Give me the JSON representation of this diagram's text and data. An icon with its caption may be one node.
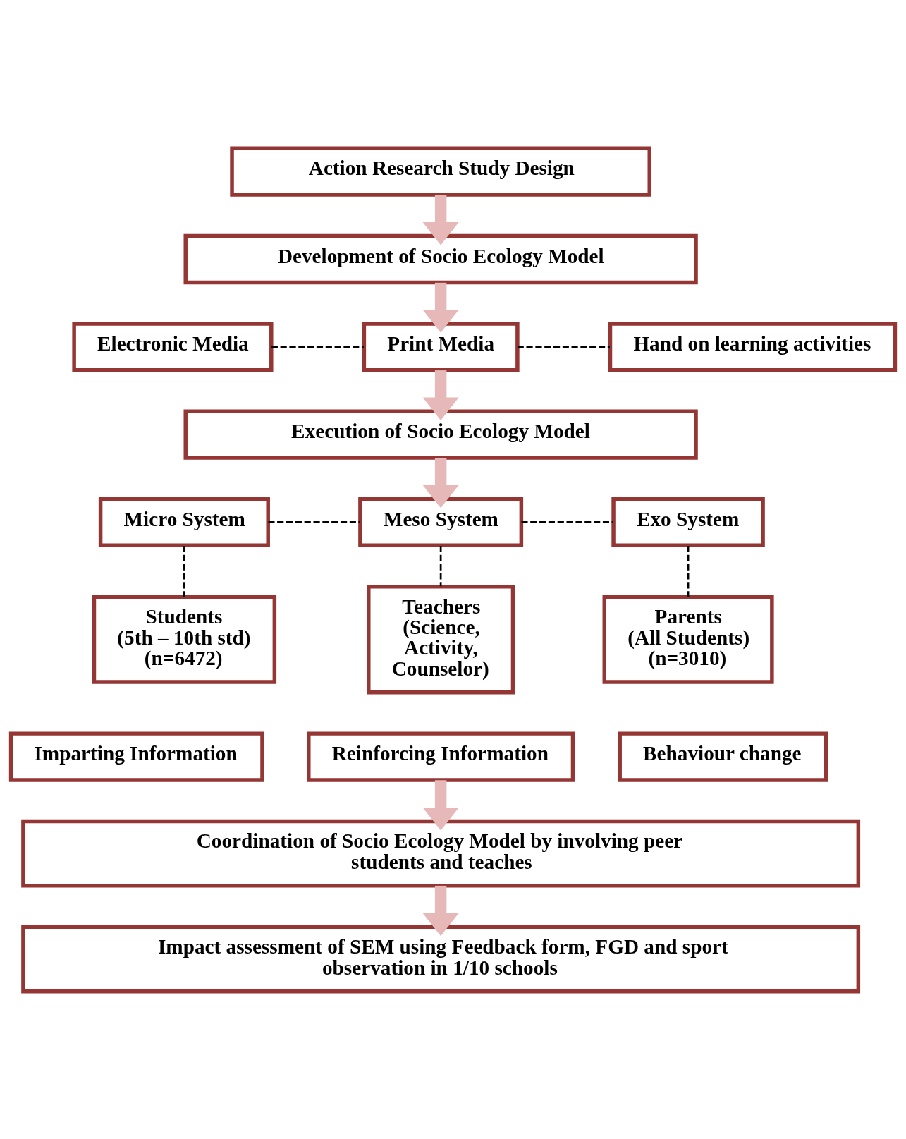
{
  "diagram": {
    "nodes": [
      {
        "text": [
          "Action Research Study Design"
        ]
      },
      {
        "text": [
          "Development of Socio Ecology Model"
        ]
      },
      {
        "text": [
          "Electronic Media"
        ]
      },
      {
        "text": [
          "Print Media"
        ]
      },
      {
        "text": [
          "Hand on learning activities"
        ]
      },
      {
        "text": [
          "Execution of Socio Ecology Model"
        ]
      },
      {
        "text": [
          "Micro System"
        ]
      },
      {
        "text": [
          "Meso System"
        ]
      },
      {
        "text": [
          "Exo System"
        ]
      },
      {
        "text": [
          "Students",
          "(5th – 10th std)",
          "(n=6472)"
        ]
      },
      {
        "text": [
          "Teachers",
          "(Science,",
          "Activity,",
          "Counselor)"
        ]
      },
      {
        "text": [
          "Parents",
          "(All Students)",
          "(n=3010)"
        ]
      },
      {
        "text": [
          "Imparting Information"
        ]
      },
      {
        "text": [
          "Reinforcing Information"
        ]
      },
      {
        "text": [
          "Behaviour change"
        ]
      },
      {
        "text": [
          "Coordination of Socio Ecology Model by involving peer students and teaches"
        ]
      },
      {
        "text": [
          "Impact assessment of SEM using Feedback form, FGD and sport observation in 1/10 schools"
        ]
      }
    ],
    "edges": [
      {
        "from": 0,
        "to": 1,
        "arrow": "to",
        "style": "thick",
        "color": "#e6b8b7"
      },
      {
        "from": 1,
        "to": 3,
        "arrow": "to",
        "style": "thick",
        "color": "#e6b8b7"
      },
      {
        "from": 2,
        "to": 3,
        "arrow": "none",
        "style": "dashed"
      },
      {
        "from": 3,
        "to": 4,
        "arrow": "none",
        "style": "dashed"
      },
      {
        "from": 3,
        "to": 5,
        "arrow": "to",
        "style": "thick",
        "color": "#e6b8b7"
      },
      {
        "from": 5,
        "to": 7,
        "arrow": "to",
        "style": "thick",
        "color": "#e6b8b7"
      },
      {
        "from": 6,
        "to": 7,
        "arrow": "none",
        "style": "dashed"
      },
      {
        "from": 7,
        "to": 8,
        "arrow": "none",
        "style": "dashed"
      },
      {
        "from": 6,
        "to": 9,
        "arrow": "none",
        "style": "dashed"
      },
      {
        "from": 7,
        "to": 10,
        "arrow": "none",
        "style": "dashed"
      },
      {
        "from": 8,
        "to": 11,
        "arrow": "none",
        "style": "dashed"
      },
      {
        "from": 13,
        "to": 15,
        "arrow": "to",
        "style": "thick",
        "color": "#e6b8b7"
      },
      {
        "from": 15,
        "to": 16,
        "arrow": "to",
        "style": "thick",
        "color": "#e6b8b7"
      }
    ]
  }
}
